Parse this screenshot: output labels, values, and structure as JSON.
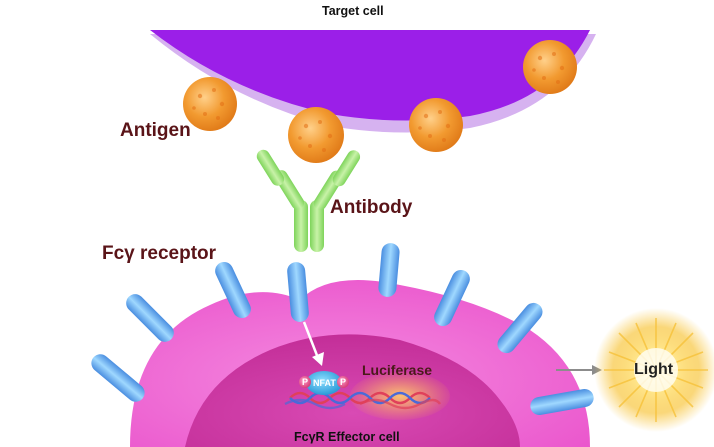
{
  "labels": {
    "target_cell": "Target cell",
    "antigen": "Antigen",
    "antibody": "Antibody",
    "fc_receptor": "Fcγ  receptor",
    "luciferase": "Luciferase",
    "light": "Light",
    "effector_cell": "FcγR Effector cell",
    "nfat": "NFAT",
    "phospho_left": "P",
    "phospho_right": "P"
  },
  "colors": {
    "target_cell": "#9b1fe8",
    "target_cell_rim": "#c89ae8",
    "effector_cell": "#ee5ed0",
    "effector_nucleus": "#d23aa8",
    "antigen": "#f29a30",
    "antibody": "#9ee07a",
    "receptor": "#6fb8f0",
    "light_glow": "#f5c33a",
    "dna_red": "#e0405a",
    "dna_blue": "#4a6ad8"
  }
}
